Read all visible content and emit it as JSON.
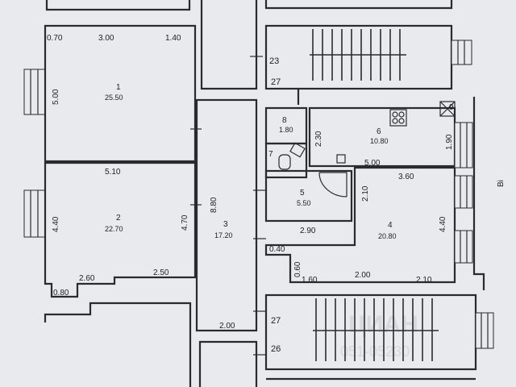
{
  "rooms": [
    {
      "number": "1",
      "area": "25.50"
    },
    {
      "number": "2",
      "area": "22.70"
    },
    {
      "number": "3",
      "area": "17.20"
    },
    {
      "number": "4",
      "area": "20.80"
    },
    {
      "number": "5",
      "area": "5.50"
    },
    {
      "number": "6",
      "area": "10.80"
    },
    {
      "number": "7"
    },
    {
      "number": "8",
      "area": "1.80"
    },
    {
      "number": "9"
    }
  ],
  "dimensions": {
    "r1_top_left": "0.70",
    "r1_top_mid": "3.00",
    "r1_top_right": "1.40",
    "r1_left": "5.00",
    "r1_r2_mid": "5.10",
    "r2_left": "4.40",
    "r2_right": "4.70",
    "r2_bottom_mid": "2.60",
    "r2_bottom_right": "2.50",
    "r2_corner": "0.80",
    "r3_height": "8.80",
    "r3_bottom": "2.00",
    "r6_left": "2.30",
    "r6_right": "1.90",
    "r6_r4_mid": "5.00",
    "r4_top": "3.60",
    "r4_left": "2.10",
    "r4_right": "4.40",
    "r5_bottom": "2.90",
    "small_a": "0.40",
    "small_b": "0.60",
    "r4_bottom_left": "1.60",
    "r4_bottom_mid": "2.00",
    "r4_bottom_right": "2.10"
  },
  "neighbour_flats": [
    "23",
    "27",
    "27",
    "26"
  ],
  "side_text": "Bi",
  "watermark": {
    "brand": "ЦИАН",
    "code": "051-05230"
  }
}
